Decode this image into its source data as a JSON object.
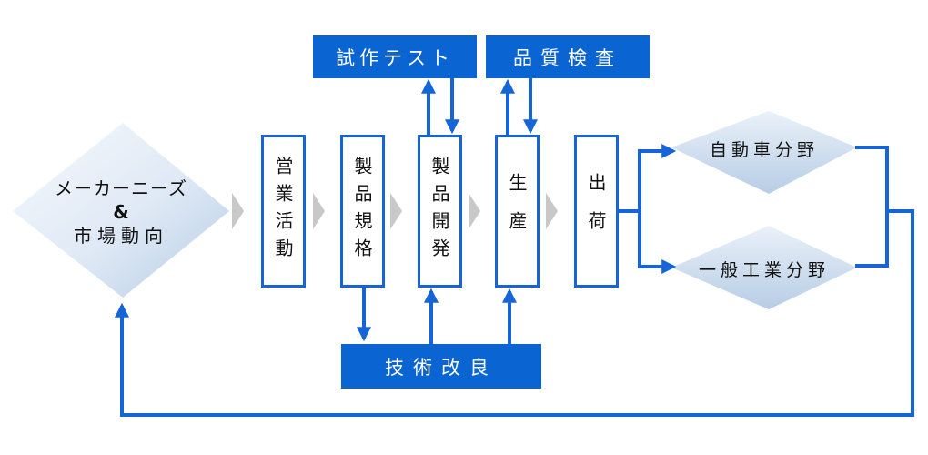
{
  "market": {
    "line1": "メーカーニーズ",
    "line2": "&",
    "line3": "市場動向"
  },
  "steps": [
    {
      "label": "営業活動"
    },
    {
      "label": "製品規格"
    },
    {
      "label": "製品開発"
    },
    {
      "label": "生産"
    },
    {
      "label": "出荷"
    }
  ],
  "top_boxes": {
    "prototype_test": "試作テスト",
    "quality_inspection": "品質検査"
  },
  "bottom_box": {
    "technical_improvement": "技術改良"
  },
  "fields": {
    "automotive": "自動車分野",
    "general_industry": "一般工業分野"
  },
  "colors": {
    "primary_blue": "#0a64d2",
    "box_border": "#1565d8",
    "chevron_gray": "#c8c8c8",
    "diamond_light": "#f4f8fd",
    "diamond_dark": "#b8cfe6"
  }
}
